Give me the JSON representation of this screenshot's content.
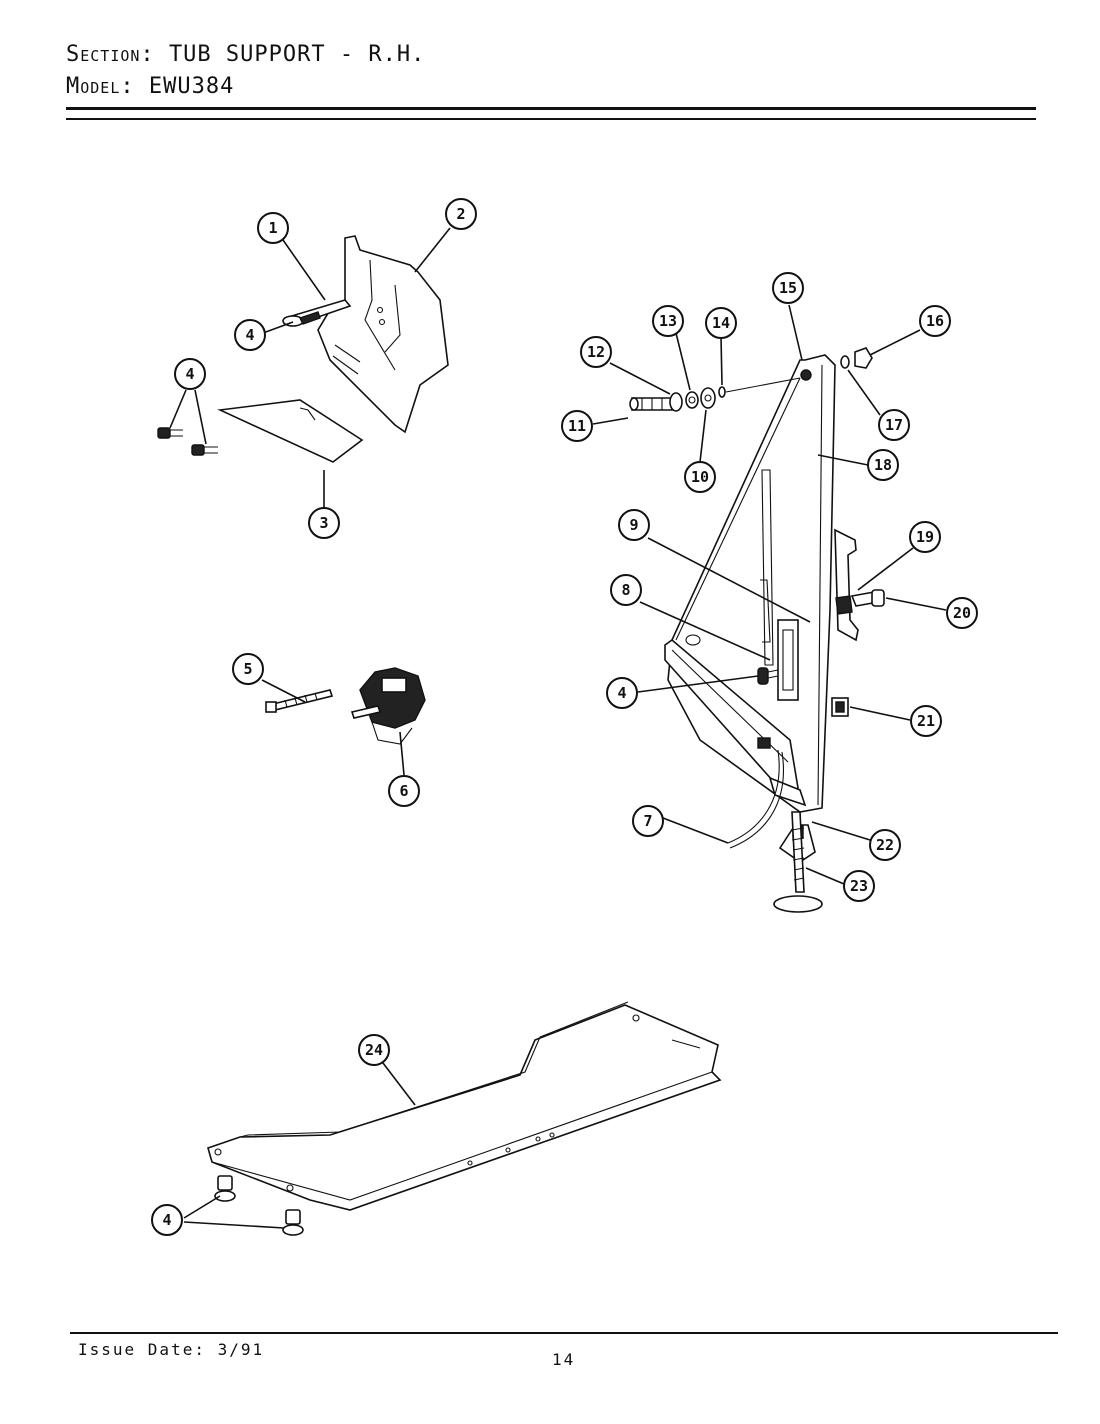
{
  "header": {
    "section_label": "Section:",
    "section_value": "TUB SUPPORT - R.H.",
    "model_label": "Model:",
    "model_value": "EWU384"
  },
  "footer": {
    "issue_date": "Issue Date: 3/91",
    "page_number": "14"
  },
  "callouts": [
    {
      "id": "c1",
      "label": "1"
    },
    {
      "id": "c2",
      "label": "2"
    },
    {
      "id": "c3",
      "label": "3"
    },
    {
      "id": "c4a",
      "label": "4"
    },
    {
      "id": "c4b",
      "label": "4"
    },
    {
      "id": "c5",
      "label": "5"
    },
    {
      "id": "c6",
      "label": "6"
    },
    {
      "id": "c7",
      "label": "7"
    },
    {
      "id": "c8",
      "label": "8"
    },
    {
      "id": "c9",
      "label": "9"
    },
    {
      "id": "c4c",
      "label": "4"
    },
    {
      "id": "c10",
      "label": "10"
    },
    {
      "id": "c11",
      "label": "11"
    },
    {
      "id": "c12",
      "label": "12"
    },
    {
      "id": "c13",
      "label": "13"
    },
    {
      "id": "c14",
      "label": "14"
    },
    {
      "id": "c15",
      "label": "15"
    },
    {
      "id": "c16",
      "label": "16"
    },
    {
      "id": "c17",
      "label": "17"
    },
    {
      "id": "c18",
      "label": "18"
    },
    {
      "id": "c19",
      "label": "19"
    },
    {
      "id": "c20",
      "label": "20"
    },
    {
      "id": "c21",
      "label": "21"
    },
    {
      "id": "c22",
      "label": "22"
    },
    {
      "id": "c23",
      "label": "23"
    },
    {
      "id": "c24",
      "label": "24"
    },
    {
      "id": "c4d",
      "label": "4"
    }
  ]
}
